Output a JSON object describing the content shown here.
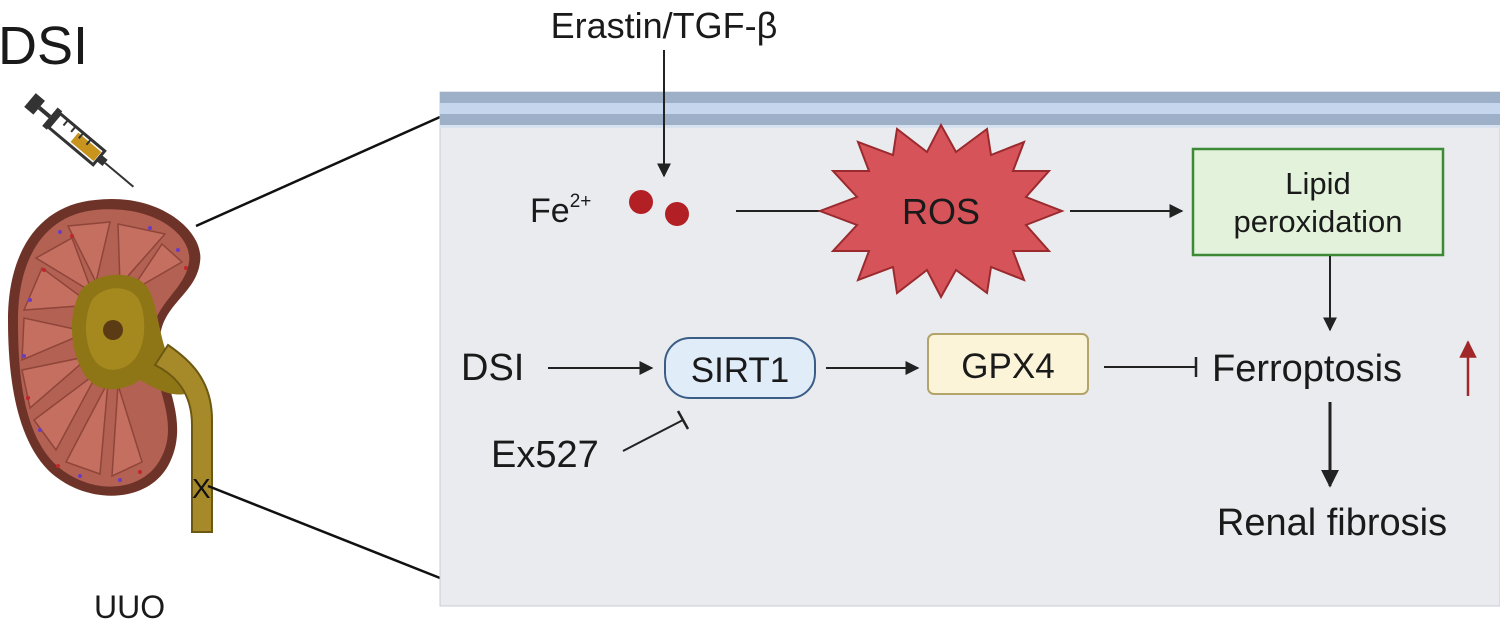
{
  "left": {
    "title": "DSI",
    "kidney_caption": "UUO",
    "ligation_mark": "X"
  },
  "pathway": {
    "stimulus": "Erastin/TGF-β",
    "iron_base": "Fe",
    "iron_charge": "2+",
    "ros": "ROS",
    "lipid_line1": "Lipid",
    "lipid_line2": "peroxidation",
    "dsi": "DSI",
    "sirt1": "SIRT1",
    "gpx4": "GPX4",
    "ferroptosis": "Ferroptosis",
    "inhibitor": "Ex527",
    "outcome": "Renal fibrosis"
  },
  "colors": {
    "membrane_dark": "#9eb0c8",
    "membrane_light": "#c6d6ec",
    "cell_bg": "#e9ebef",
    "iron_dot": "#b21f24",
    "ros_fill": "#d65459",
    "lipid_fill": "#e3f3db",
    "lipid_border": "#3c8a36",
    "sirt1_fill": "#e1ecf9",
    "gpx4_fill": "#fbf4d9",
    "gpx4_border": "#b3a46a",
    "up_arrow": "#a02828",
    "kidney_cortex": "#b26152",
    "kidney_pelvis": "#8e7616",
    "ureter": "#a68a2a"
  },
  "icons": [
    "syringe-icon",
    "kidney-icon",
    "up-arrow-icon"
  ]
}
